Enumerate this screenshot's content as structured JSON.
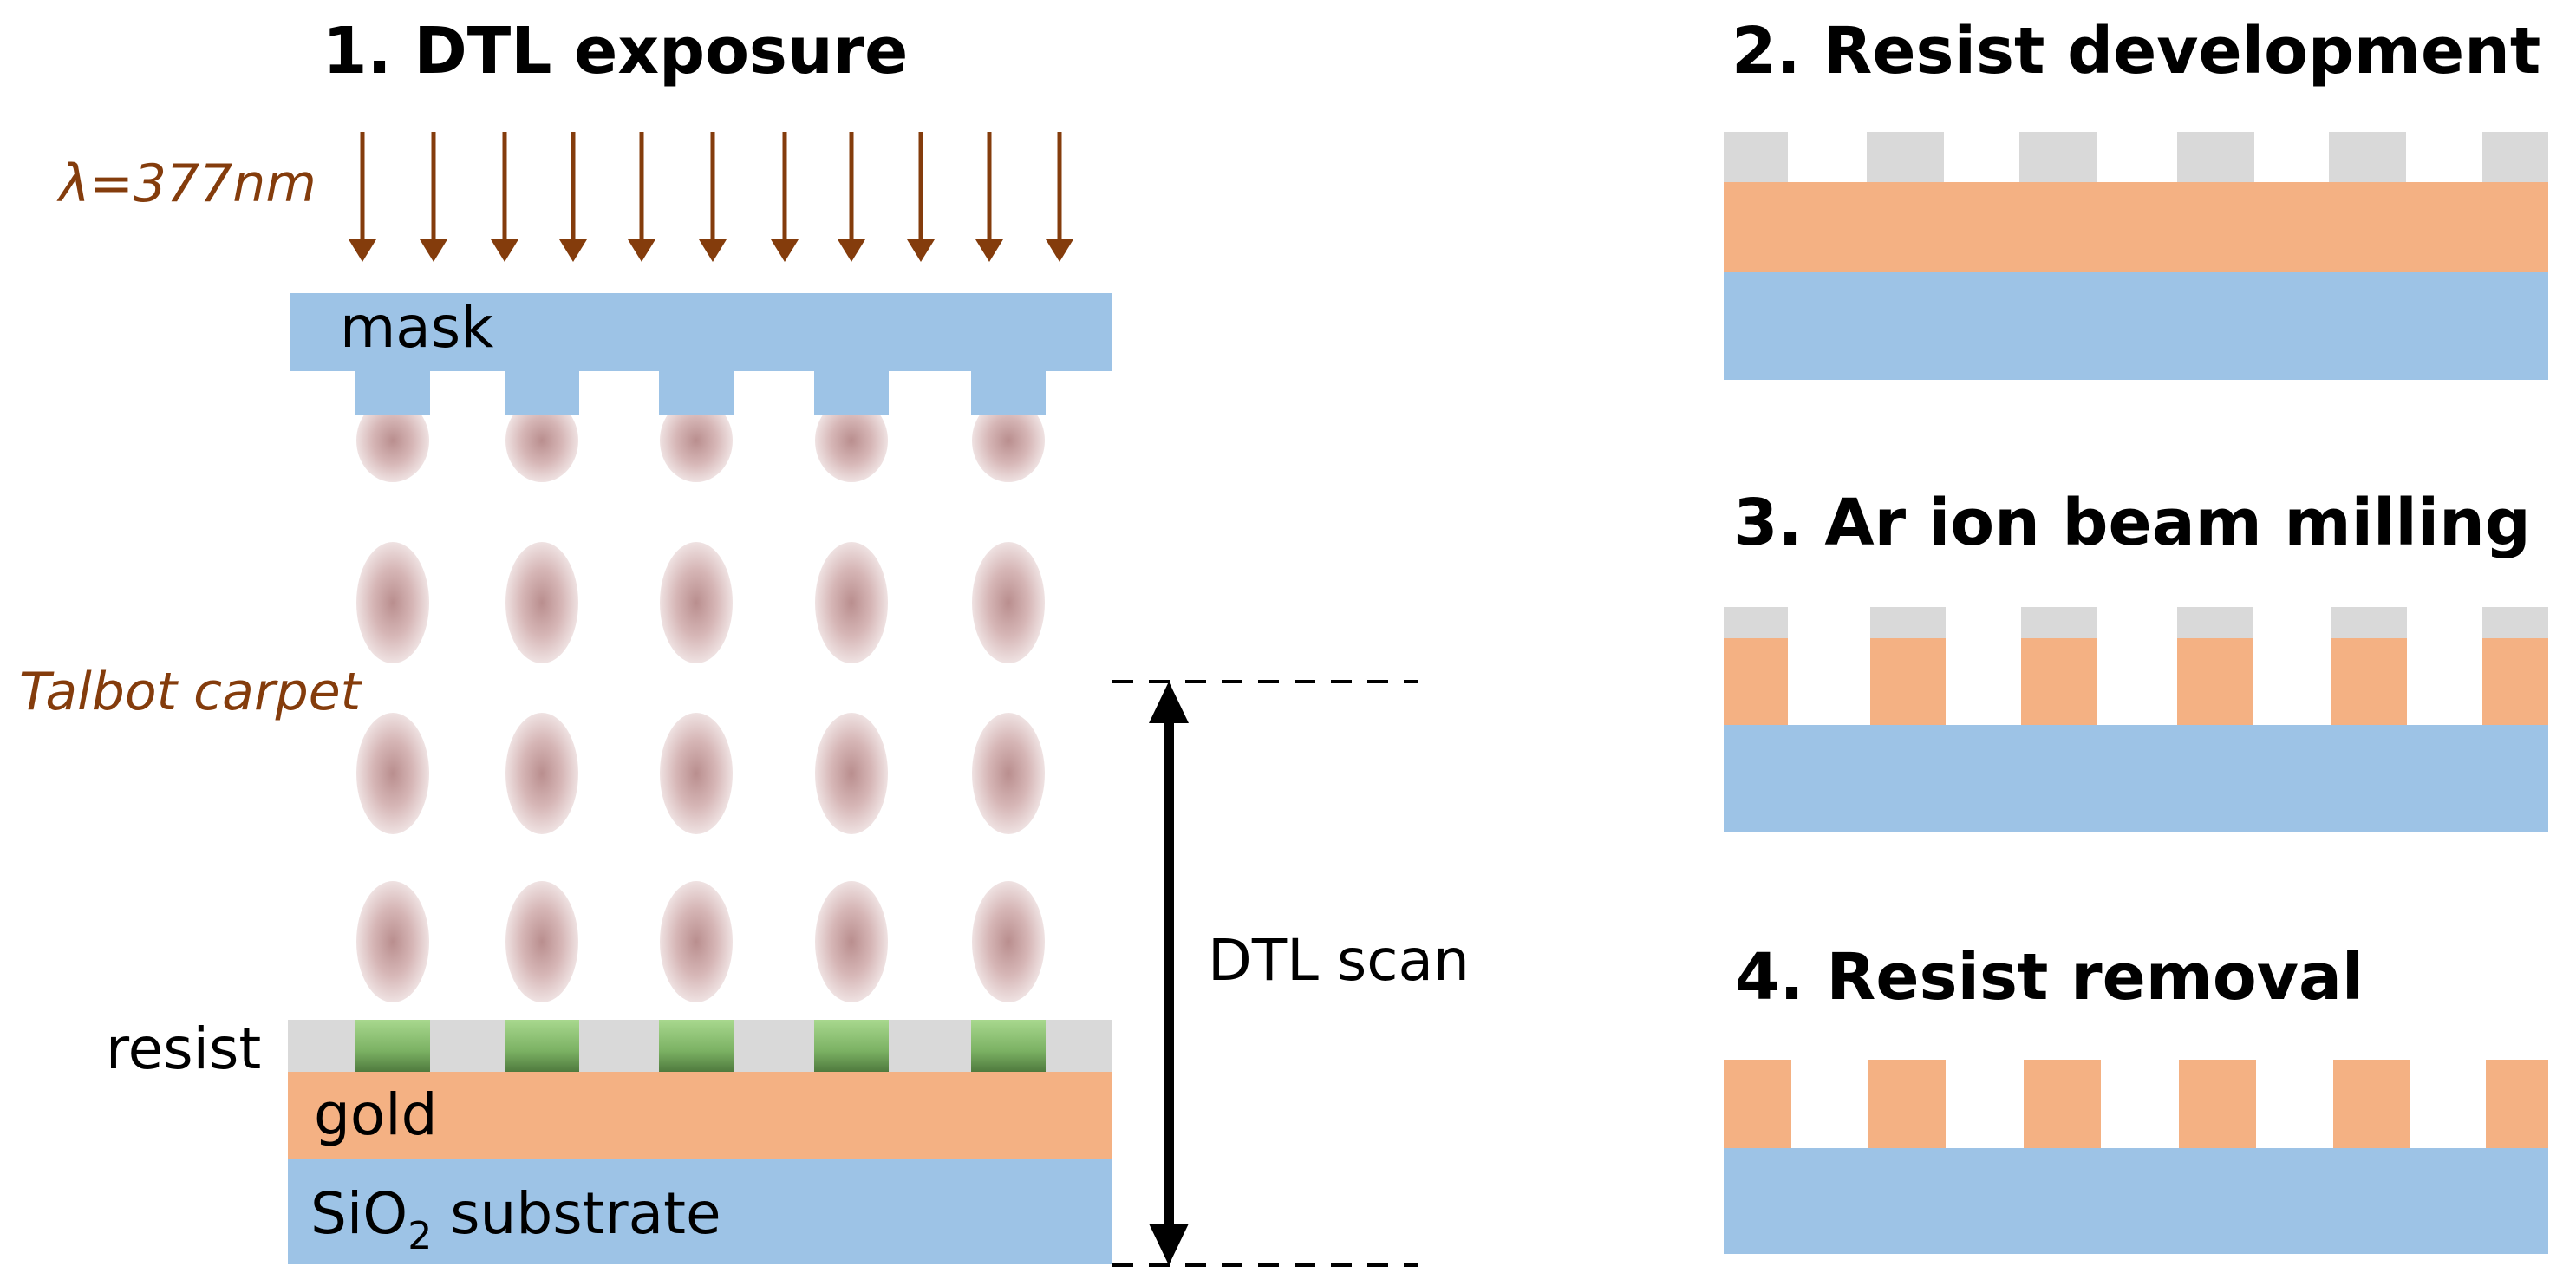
{
  "panels": {
    "dtl_exposure": {
      "title": "1. DTL exposure",
      "wavelength_label": "λ=377nm",
      "mask_label": "mask",
      "talbot_label": "Talbot carpet",
      "resist_label": "resist",
      "gold_label": "gold",
      "substrate_label_main": "SiO",
      "substrate_label_sub": "2",
      "substrate_label_rest": " substrate",
      "scan_label": "DTL scan"
    },
    "resist_development": {
      "title": "2. Resist development"
    },
    "ion_beam_milling": {
      "title": "3. Ar ion beam milling"
    },
    "resist_removal": {
      "title": "4. Resist removal"
    }
  },
  "colors": {
    "mask_blue": "#9DC3E6",
    "substrate_blue": "#9DC3E6",
    "gold_orange": "#F4B183",
    "resist_gray": "#D9D9D9",
    "exposed_green": "#8CC66E",
    "arrow_brown": "#843C0C",
    "spot_pink": "#C9A0A0"
  }
}
